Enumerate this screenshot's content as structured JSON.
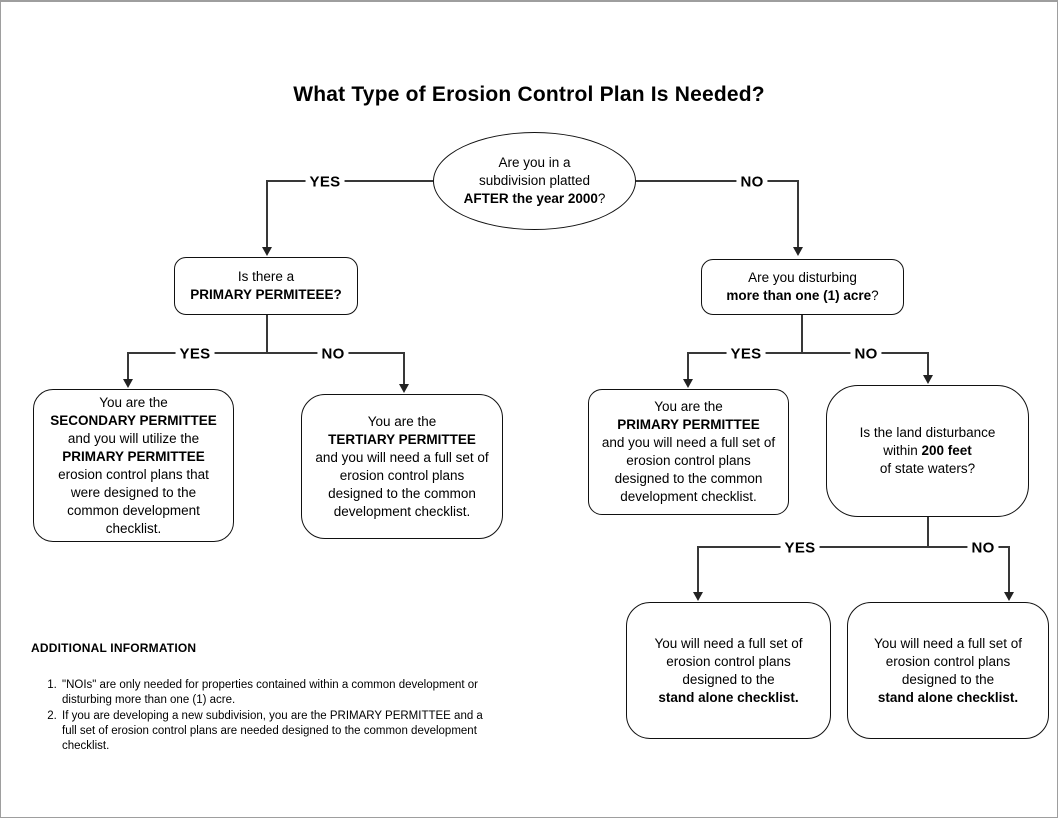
{
  "page": {
    "title": "What Type of Erosion Control Plan Is Needed?"
  },
  "colors": {
    "background": "#ffffff",
    "text": "#000000",
    "connector_line": "#383838",
    "node_border": "#111111",
    "canvas_border": "#9e9e9e"
  },
  "nodes": {
    "root": {
      "shape": "ellipse",
      "lines": [
        [
          {
            "t": "Are you in a"
          }
        ],
        [
          {
            "t": "subdivision platted"
          }
        ],
        [
          {
            "t": "AFTER the year 2000",
            "b": true
          },
          {
            "t": "?"
          }
        ]
      ]
    },
    "q_primary": {
      "shape": "rounded-rect",
      "lines": [
        [
          {
            "t": "Is there a"
          }
        ],
        [
          {
            "t": "PRIMARY PERMITEEE?",
            "b": true
          }
        ]
      ]
    },
    "q_acre": {
      "shape": "rounded-rect",
      "lines": [
        [
          {
            "t": "Are you disturbing"
          }
        ],
        [
          {
            "t": "more than one (1) acre",
            "b": true
          },
          {
            "t": "?"
          }
        ]
      ]
    },
    "o_secondary": {
      "shape": "rounded-rect",
      "lines": [
        [
          {
            "t": "You are the"
          }
        ],
        [
          {
            "t": "SECONDARY PERMITTEE",
            "b": true
          }
        ],
        [
          {
            "t": "and you will utilize the"
          }
        ],
        [
          {
            "t": "PRIMARY PERMITTEE",
            "b": true
          }
        ],
        [
          {
            "t": "erosion control plans that"
          }
        ],
        [
          {
            "t": "were designed to the"
          }
        ],
        [
          {
            "t": "common development"
          }
        ],
        [
          {
            "t": "checklist."
          }
        ]
      ]
    },
    "o_tertiary": {
      "shape": "rounded-rect",
      "lines": [
        [
          {
            "t": "You are the"
          }
        ],
        [
          {
            "t": "TERTIARY PERMITTEE",
            "b": true
          }
        ],
        [
          {
            "t": "and you will need a full set of"
          }
        ],
        [
          {
            "t": "erosion control plans"
          }
        ],
        [
          {
            "t": "designed to the common"
          }
        ],
        [
          {
            "t": "development checklist."
          }
        ]
      ]
    },
    "o_primary": {
      "shape": "rounded-rect",
      "lines": [
        [
          {
            "t": "You are the"
          }
        ],
        [
          {
            "t": "PRIMARY PERMITTEE",
            "b": true
          }
        ],
        [
          {
            "t": "and you will need a full set of"
          }
        ],
        [
          {
            "t": "erosion control plans"
          }
        ],
        [
          {
            "t": "designed to the common"
          }
        ],
        [
          {
            "t": "development checklist."
          }
        ]
      ]
    },
    "q_waters": {
      "shape": "rounded-rect",
      "lines": [
        [
          {
            "t": "Is the land disturbance"
          }
        ],
        [
          {
            "t": "within "
          },
          {
            "t": "200 feet",
            "b": true
          }
        ],
        [
          {
            "t": "of state waters?"
          }
        ]
      ]
    },
    "o_standalone_yes": {
      "shape": "rounded-rect",
      "lines": [
        [
          {
            "t": "You will need a full set of"
          }
        ],
        [
          {
            "t": "erosion control plans"
          }
        ],
        [
          {
            "t": "designed to the"
          }
        ],
        [
          {
            "t": "stand alone checklist.",
            "b": true
          }
        ]
      ]
    },
    "o_standalone_no": {
      "shape": "rounded-rect",
      "lines": [
        [
          {
            "t": "You will need a full set of"
          }
        ],
        [
          {
            "t": "erosion control plans"
          }
        ],
        [
          {
            "t": "designed to the"
          }
        ],
        [
          {
            "t": "stand alone checklist.",
            "b": true
          }
        ]
      ]
    }
  },
  "edge_labels": {
    "l1_yes": "YES",
    "l1_no": "NO",
    "l2l_yes": "YES",
    "l2l_no": "NO",
    "l2r_yes": "YES",
    "l2r_no": "NO",
    "l3_yes": "YES",
    "l3_no": "NO"
  },
  "additional": {
    "header": "ADDITIONAL INFORMATION",
    "items": [
      "\"NOIs\" are only needed  for properties contained within a common development or disturbing more than one (1) acre.",
      "If you are developing a new subdivision, you are the PRIMARY PERMITTEE and a full set of erosion control plans are needed designed to the common development checklist."
    ]
  }
}
